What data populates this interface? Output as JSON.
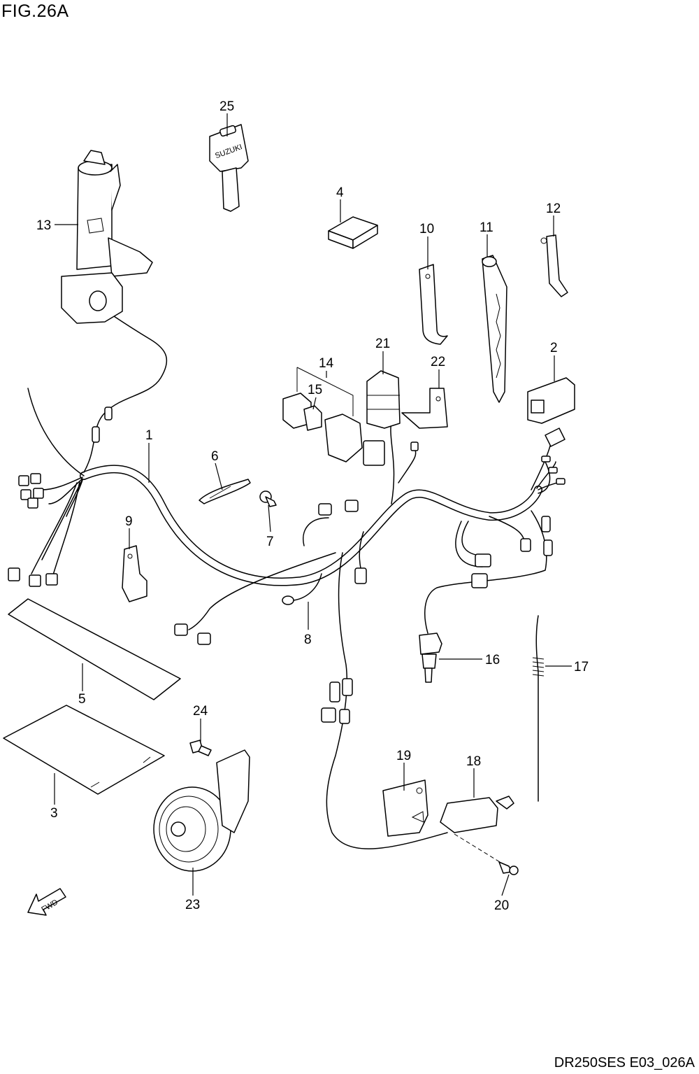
{
  "figure": {
    "title": "FIG.26A",
    "code": "DR250SES E03_026A",
    "key_brand": "SUZUKI",
    "direction_marker": "FWD"
  },
  "callouts": [
    "1",
    "2",
    "3",
    "4",
    "5",
    "6",
    "7",
    "8",
    "9",
    "10",
    "11",
    "12",
    "13",
    "14",
    "15",
    "16",
    "17",
    "18",
    "19",
    "20",
    "21",
    "22",
    "23",
    "24",
    "25"
  ]
}
